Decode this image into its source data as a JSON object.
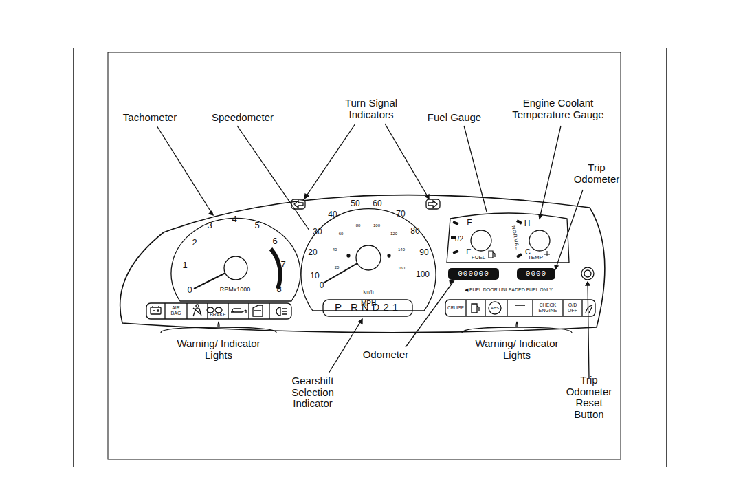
{
  "diagram": {
    "nodes": [
      {
        "text": [
          "0",
          "1",
          "2",
          "3",
          "4",
          "5",
          "6",
          "7",
          "8",
          "RPMx1000"
        ]
      },
      {
        "text": [
          "0",
          "10",
          "20",
          "30",
          "40",
          "50",
          "60",
          "70",
          "80",
          "90",
          "100",
          "km/h",
          "MPH",
          "20",
          "40",
          "60",
          "80",
          "100",
          "120",
          "140",
          "160"
        ]
      },
      {
        "text": [
          "F",
          "1/2",
          "E",
          "FUEL"
        ]
      },
      {
        "text": [
          "H",
          "C",
          "NORMAL",
          "TEMP"
        ]
      },
      {
        "text": [
          "000000"
        ]
      },
      {
        "text": [
          "0000"
        ]
      },
      {
        "text": [
          "P",
          "RND21"
        ]
      },
      {
        "text": [
          "AIR BAG"
        ]
      },
      {
        "text": [
          "BRAKE"
        ]
      },
      {
        "text": [
          "CRUISE"
        ]
      },
      {
        "text": [
          "ABS"
        ]
      },
      {
        "text": [
          "CHECK ENGINE"
        ]
      },
      {
        "text": [
          "O/D OFF"
        ]
      }
    ],
    "labels": [
      "Tachometer",
      "Speedometer",
      "Turn Signal Indicators",
      "Fuel Gauge",
      "Engine Coolant Temperature Gauge",
      "Trip Odometer",
      "Warning/ Indicator Lights",
      "Gearshift Selection Indicator",
      "Odometer",
      "Warning/ Indicator Lights",
      "Trip Odometer Reset Button",
      "◀ FUEL DOOR UNLEADED FUEL ONLY"
    ]
  }
}
